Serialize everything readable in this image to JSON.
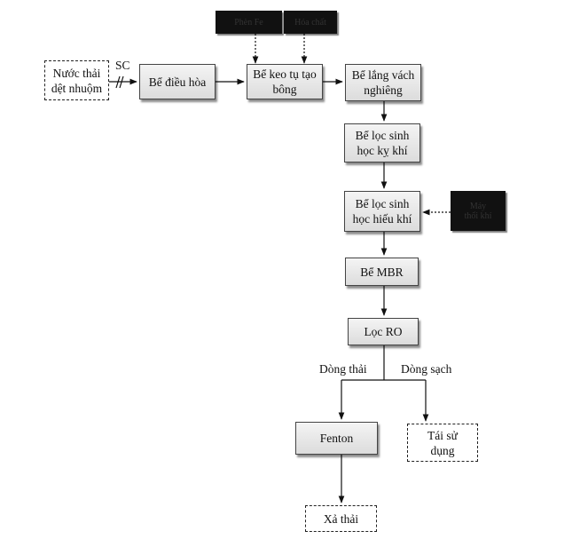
{
  "nodes": {
    "input": "Nước thải\ndệt nhuộm",
    "equalization": "Bể điều hòa",
    "coagulation": "Bể keo tụ tạo\nbông",
    "settling": "Bể lắng vách\nnghiêng",
    "anaerobic": "Bể lọc sinh\nhọc kỵ khí",
    "aerobic": "Bể lọc sinh\nhọc hiếu khí",
    "mbr": "Bể MBR",
    "ro": "Lọc RO",
    "fenton": "Fenton",
    "reuse": "Tái sử\ndụng",
    "discharge": "Xả thải"
  },
  "chem_boxes": {
    "chem1": "Phèn Fe",
    "chem2": "Hóa chất",
    "air": "Máy\nthổi khí"
  },
  "edge_labels": {
    "sc": "SC",
    "reject": "Dòng thải",
    "clean": "Dòng sạch"
  }
}
